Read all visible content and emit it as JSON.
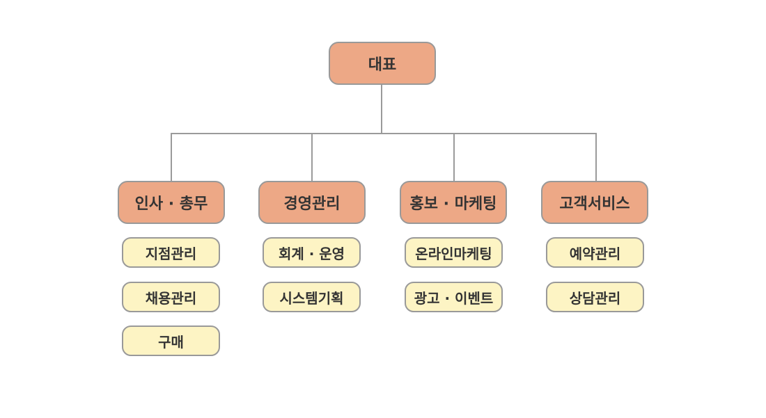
{
  "colors": {
    "top_fill": "#eda886",
    "dept_fill": "#eda886",
    "sub_fill": "#fdf4c4",
    "border": "#999999",
    "line": "#9a9a9a",
    "text": "#333333"
  },
  "org": {
    "root": {
      "label": "대표"
    },
    "departments": [
      {
        "label": "인사 · 총무",
        "teams": [
          "지점관리",
          "채용관리",
          "구매"
        ]
      },
      {
        "label": "경영관리",
        "teams": [
          "회계 · 운영",
          "시스템기획"
        ]
      },
      {
        "label": "홍보 · 마케팅",
        "teams": [
          "온라인마케팅",
          "광고 · 이벤트"
        ]
      },
      {
        "label": "고객서비스",
        "teams": [
          "예약관리",
          "상담관리"
        ]
      }
    ]
  }
}
